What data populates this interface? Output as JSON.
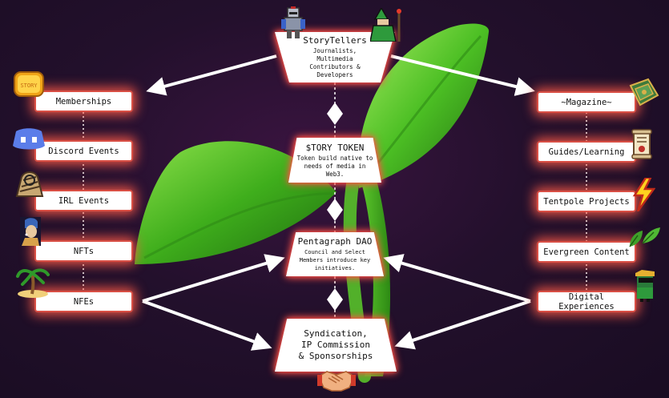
{
  "top": {
    "title": "StoryTellers",
    "subtitle": "Journalists, Multimedia Contributors & Developers"
  },
  "token": {
    "title": "$TORY TOKEN",
    "subtitle": "Token build native to needs of media in Web3."
  },
  "dao": {
    "title": "Pentagraph DAO",
    "subtitle": "Council and Select Members introduce key initiatives."
  },
  "bottom": {
    "title": "Syndication, IP Commission & Sponsorships"
  },
  "left_items": [
    "Memberships",
    "Discord Events",
    "IRL Events",
    "NFTs",
    "NFEs"
  ],
  "right_items": [
    "~Magazine~",
    "Guides/Learning",
    "Tentpole Projects",
    "Evergreen Content",
    "Digital Experiences"
  ],
  "icons": {
    "story_coin": "STORY",
    "left": [
      "story-coin-icon",
      "discord-icon",
      "detective-icon",
      "pearl-earring-girl-icon",
      "palm-island-icon"
    ],
    "right": [
      "spellbook-icon",
      "scroll-icon",
      "lightning-icon",
      "leaves-icon",
      "pixel-character-icon"
    ],
    "top": [
      "knight-icon",
      "wizard-icon"
    ],
    "bottom": "handshake-icon"
  },
  "colors": {
    "background": "#1f0e28",
    "box_border": "#d94f45",
    "glow": "#ff5a46",
    "arrow": "#ffffff",
    "sprout": "#3fae1c"
  }
}
